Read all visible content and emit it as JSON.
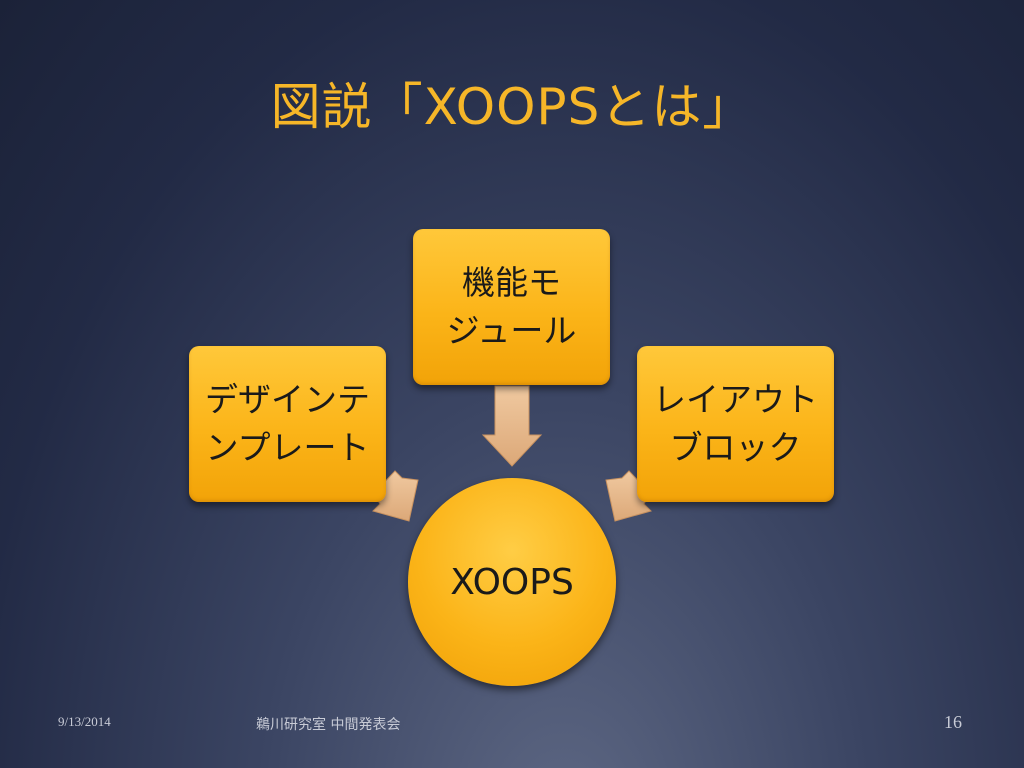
{
  "slide": {
    "title": "図説「XOOPSとは」"
  },
  "diagram": {
    "center": "XOOPS",
    "top": [
      "機能モ",
      "ジュール"
    ],
    "left": [
      "デザインテ",
      "ンプレート"
    ],
    "right": [
      "レイアウト",
      "ブロック"
    ]
  },
  "footer": {
    "date": "9/13/2014",
    "organization": "鵜川研究室 中間発表会",
    "page_number": "16"
  },
  "colors": {
    "title": "#f6b628",
    "box_fill": "#fbb418",
    "arrow_fill": "#e8b98a"
  }
}
